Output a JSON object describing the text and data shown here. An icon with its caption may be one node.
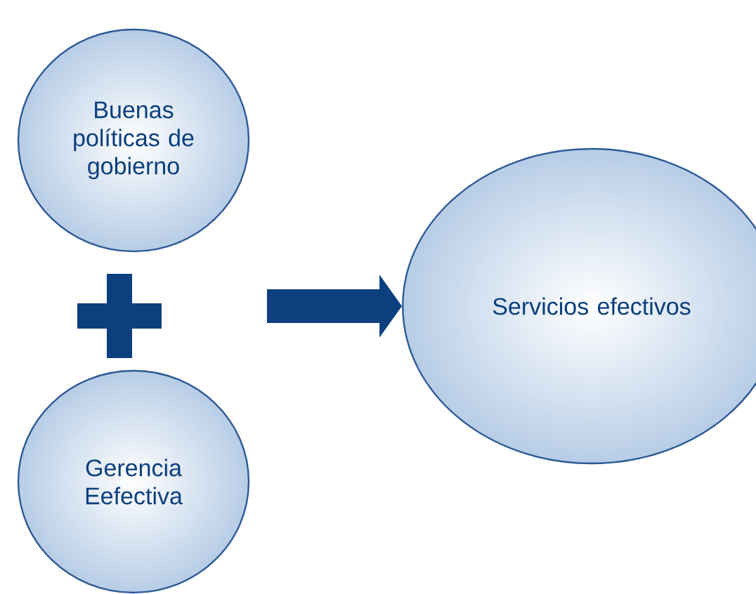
{
  "diagram": {
    "nodes": [
      {
        "text": [
          "Buenas políticas de gobierno"
        ]
      },
      {
        "text": [
          "Gerencia Eefectiva"
        ]
      },
      {
        "text": [
          "Servicios efectivos"
        ]
      }
    ],
    "edges": [
      {
        "from": null,
        "to": 2,
        "arrow": "to"
      }
    ]
  }
}
